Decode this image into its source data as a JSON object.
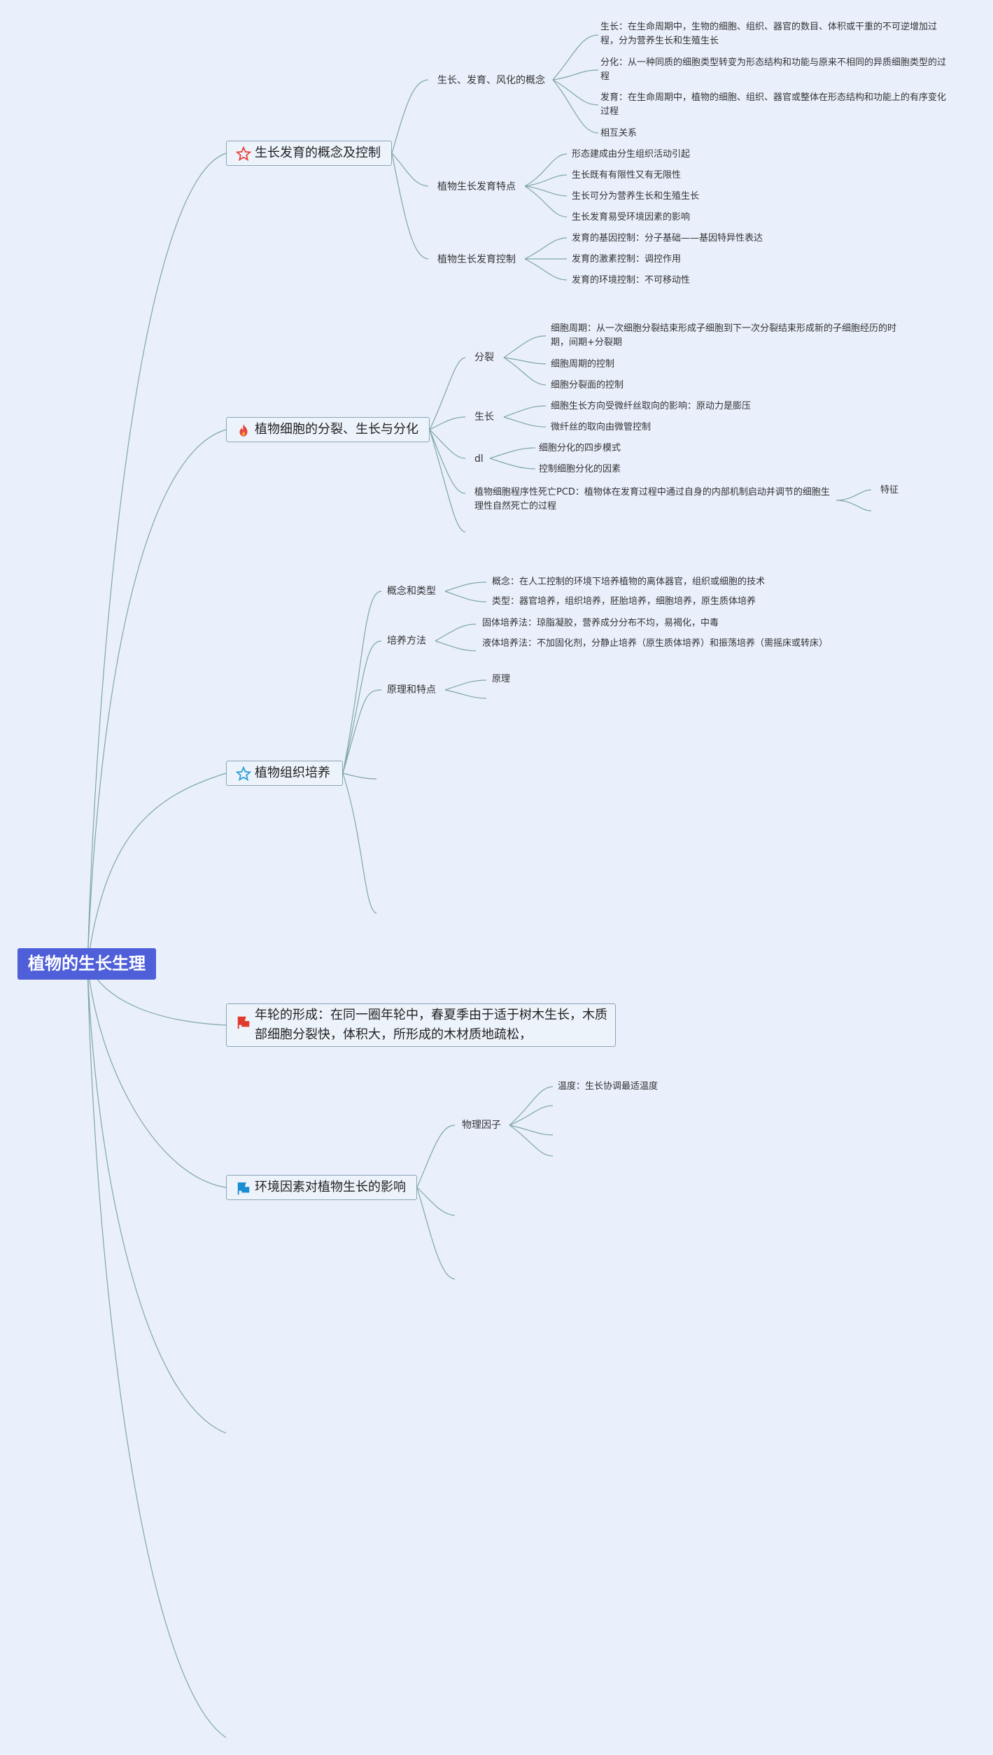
{
  "root": {
    "label": "植物的生长生理"
  },
  "branch1": {
    "label": "生长发育的概念及控制",
    "icon": "star-outline-icon",
    "c1": {
      "label": "生长、发育、风化的概念",
      "items": [
        "生长：在生命周期中，生物的细胞、组织、器官的数目、体积或干重的不可逆增加过程，分为营养生长和生殖生长",
        "分化：从一种同质的细胞类型转变为形态结构和功能与原来不相同的异质细胞类型的过程",
        "发育：在生命周期中，植物的细胞、组织、器官或整体在形态结构和功能上的有序变化过程",
        "相互关系"
      ]
    },
    "c2": {
      "label": "植物生长发育特点",
      "items": [
        "形态建成由分生组织活动引起",
        "生长既有有限性又有无限性",
        "生长可分为营养生长和生殖生长",
        "生长发育易受环境因素的影响"
      ]
    },
    "c3": {
      "label": "植物生长发育控制",
      "items": [
        "发育的基因控制：分子基础——基因特异性表达",
        "发育的激素控制：调控作用",
        "发育的环境控制：不可移动性"
      ]
    }
  },
  "branch2": {
    "label": "植物细胞的分裂、生长与分化",
    "icon": "fire-icon",
    "c1": {
      "label": "分裂",
      "items": [
        "细胞周期：从一次细胞分裂结束形成子细胞到下一次分裂结束形成新的子细胞经历的时期，间期+分裂期",
        "细胞周期的控制",
        "细胞分裂面的控制"
      ]
    },
    "c2": {
      "label": "生长",
      "items": [
        "细胞生长方向受微纤丝取向的影响：原动力是膨压",
        "微纤丝的取向由微管控制"
      ]
    },
    "c3": {
      "label": "dl",
      "items": [
        "细胞分化的四步模式",
        "控制细胞分化的因素"
      ]
    },
    "c4": {
      "label": "植物细胞程序性死亡PCD：植物体在发育过程中通过自身的内部机制启动并调节的细胞生理性自然死亡的过程",
      "child": "特征"
    }
  },
  "branch3": {
    "label": "植物组织培养",
    "icon": "star-outline-blue-icon",
    "c1": {
      "label": "概念和类型",
      "items": [
        "概念：在人工控制的环境下培养植物的离体器官，组织或细胞的技术",
        "类型：器官培养，组织培养，胚胎培养，细胞培养，原生质体培养"
      ]
    },
    "c2": {
      "label": "培养方法",
      "items": [
        "固体培养法：琼脂凝胶，营养成分分布不均，易褐化，中毒",
        "液体培养法：不加固化剂，分静止培养（原生质体培养）和振荡培养（需摇床或转床）"
      ]
    },
    "c3": {
      "label": "原理和特点",
      "items": [
        "原理"
      ]
    }
  },
  "branch4": {
    "label": "年轮的形成：在同一圈年轮中，春夏季由于适于树木生长，木质部细胞分裂快，体积大，所形成的木材质地疏松，",
    "icon": "red-flag-icon"
  },
  "branch5": {
    "label": "环境因素对植物生长的影响",
    "icon": "blue-flag-icon",
    "c1": {
      "label": "物理因子",
      "items": [
        "温度：生长协调最适温度"
      ]
    }
  },
  "colors": {
    "background": "#e9effb",
    "root_fill": "#4e5fd9",
    "link": "#7fa8a3",
    "node_border": "#8aa6b6"
  }
}
